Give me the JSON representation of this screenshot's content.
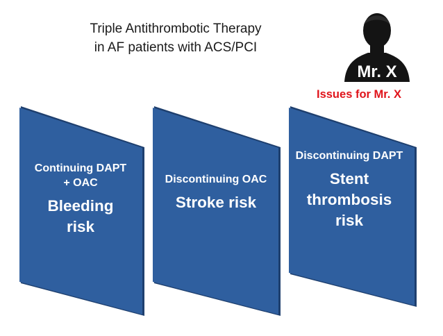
{
  "title": {
    "line1": "Triple Antithrombotic Therapy",
    "line2": "in AF patients with ACS/PCI"
  },
  "portrait": {
    "label": "Mr. X",
    "icon": "silhouette-icon"
  },
  "issues_label": "Issues for Mr. X",
  "colors": {
    "panel_fill": "#2f5f9f",
    "panel_shade": "#1e3f6e",
    "issues_text": "#e0141b",
    "title_text": "#1a1a1a"
  },
  "panels": [
    {
      "action": "Continuing DAPT + OAC",
      "risk": "Bleeding risk"
    },
    {
      "action": "Discontinuing OAC",
      "risk": "Stroke risk"
    },
    {
      "action": "Discontinuing DAPT",
      "risk": "Stent thrombosis risk"
    }
  ]
}
